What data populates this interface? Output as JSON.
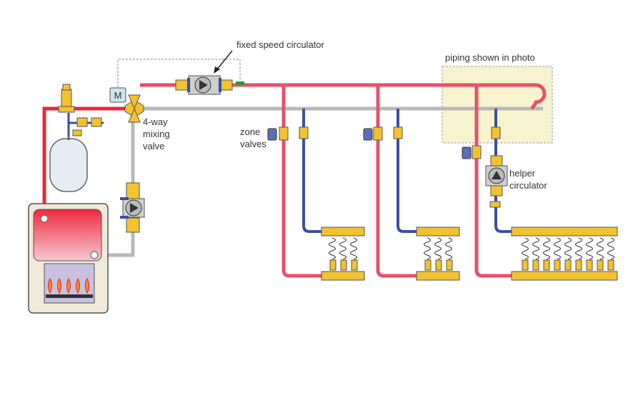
{
  "labels": {
    "fixed_speed_circulator": "fixed speed circulator",
    "piping_shown_in_photo": "piping shown in photo",
    "four_way_line1": "4-way",
    "four_way_line2": "mixing",
    "four_way_line3": "valve",
    "zone_valves_line1": "zone",
    "zone_valves_line2": "valves",
    "helper_circulator_line1": "helper",
    "helper_circulator_line2": "circulator",
    "motor_letter": "M"
  },
  "colors": {
    "supply_pipe": "#e8506a",
    "return_pipe": "#b8b8b8",
    "branch_return_pipe": "#3a4fa8",
    "brass": "#f2c230",
    "photo_area": "#f8f3cf",
    "boiler_hot": "#e8283c",
    "burner_flame": "#ff8c1a"
  },
  "icons": [
    "boiler",
    "expansion-tank",
    "circulator",
    "mixing-valve",
    "actuator",
    "zone-valve",
    "manifold",
    "burner",
    "pressure-relief-valve"
  ]
}
